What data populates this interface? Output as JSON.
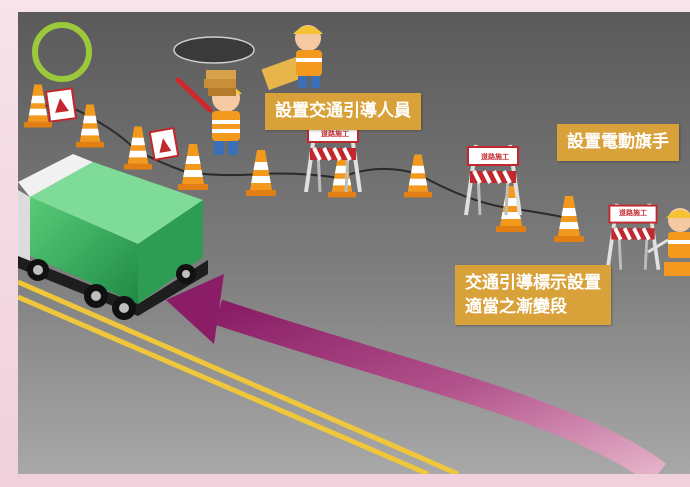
{
  "labels": {
    "traffic_guide_staff": "設置交通引導人員",
    "electric_flagger": "設置電動旗手",
    "signs_line1": "交通引導標示設置",
    "signs_line2": "適當之漸變段"
  },
  "signs": {
    "barrier_text": "道路施工"
  },
  "colors": {
    "label_bg": "#d9a13a",
    "label_text": "#ffffff",
    "cone_orange": "#f39a1e",
    "truck_green": "#3bb55e",
    "arrow_purple": "#8e2a6e",
    "road_line": "#f0c63a",
    "ring_green": "#9cc93b"
  }
}
